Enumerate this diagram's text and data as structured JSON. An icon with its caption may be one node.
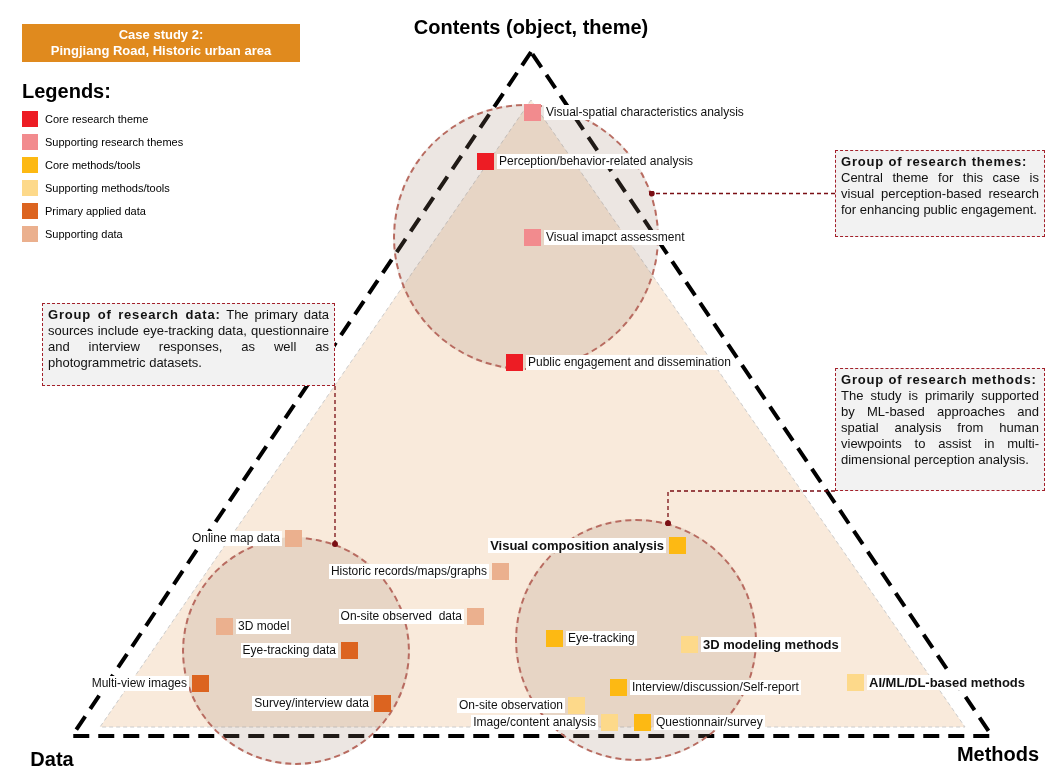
{
  "diagram": {
    "nodes": [
      {
        "text": [
          "Case study 2:",
          "Pingjiang Road, Historic urban area"
        ]
      },
      {
        "text": [],
        "shape": "circle"
      },
      {
        "text": [],
        "shape": "circle"
      },
      {
        "text": [],
        "shape": "circle"
      },
      {
        "text": [
          "Group of research themes:",
          "Central theme for this case is visual perception-based research for enhancing public engagement."
        ]
      },
      {
        "text": [
          "Group of research data:",
          "The primary data sources include eye-tracking data, questionnaire and interview responses, as well as photogrammetric datasets."
        ]
      },
      {
        "text": [
          "Group of research methods:",
          "The study is primarily supported by ML-based approaches and spatial analysis from human viewpoints to assist in multi-dimensional perception analysis."
        ]
      }
    ],
    "edges": [
      {
        "from": 4,
        "to": 1,
        "arrow": "other"
      },
      {
        "from": 5,
        "to": 2,
        "arrow": "other"
      },
      {
        "from": 6,
        "to": 3,
        "arrow": "other"
      }
    ],
    "labels": [
      "Contents (object, theme)",
      "Legends:",
      "Visual-spatial characteristics analysis",
      "Perception/behavior-related analysis",
      "Visual imapct assessment",
      "Public engagement and dissemination",
      "Online map data",
      "Visual composition analysis",
      "Historic records/maps/graphs",
      "On-site observed  data",
      "3D model",
      "Eye-tracking",
      "3D modeling methods",
      "Eye-tracking data",
      "Multi-view images",
      "AI/ML/DL-based methods",
      "Interview/discussion/Self-report",
      "Survey/interview data",
      "On-site observation",
      "Image/content analysis",
      "Questionnair/survey",
      "Data",
      "Methods"
    ],
    "legend": [
      {
        "text": "Core research theme",
        "color": "#ed1c24"
      },
      {
        "text": "Supporting research themes",
        "color": "#f28b8e"
      },
      {
        "text": "Core methods/tools",
        "color": "#fdb913"
      },
      {
        "text": "Supporting methods/tools",
        "color": "#fdd98a"
      },
      {
        "text": "Primary applied data",
        "color": "#dc6420"
      },
      {
        "text": "Supporting data",
        "color": "#ebb08e"
      }
    ]
  }
}
